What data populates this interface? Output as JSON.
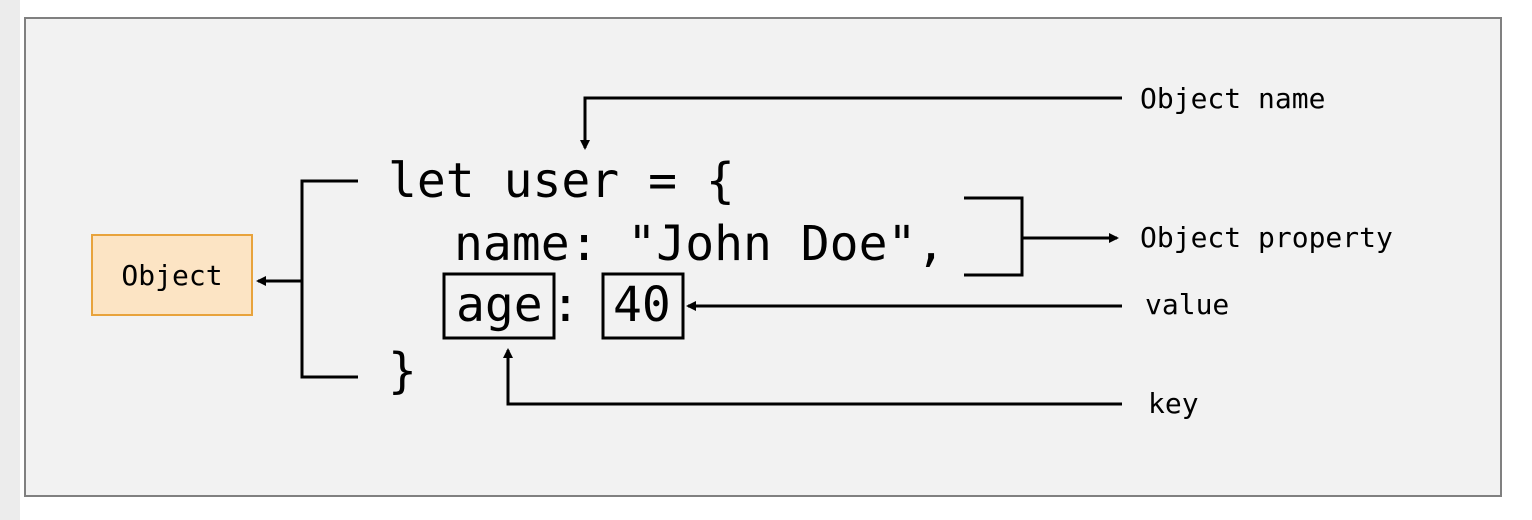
{
  "code": {
    "line1": "let user = {",
    "line2": "name: \"John Doe\",",
    "key": "age",
    "colon": ":",
    "value": "40",
    "line4": "}"
  },
  "object_box": {
    "label": "Object",
    "fill": "#fce4c4",
    "stroke": "#e8a33c"
  },
  "annotations": {
    "object_name": "Object name",
    "object_property": "Object property",
    "value": "value",
    "key": "key"
  },
  "colors": {
    "background": "#f2f2f2",
    "border": "#808080",
    "line": "#000000"
  }
}
